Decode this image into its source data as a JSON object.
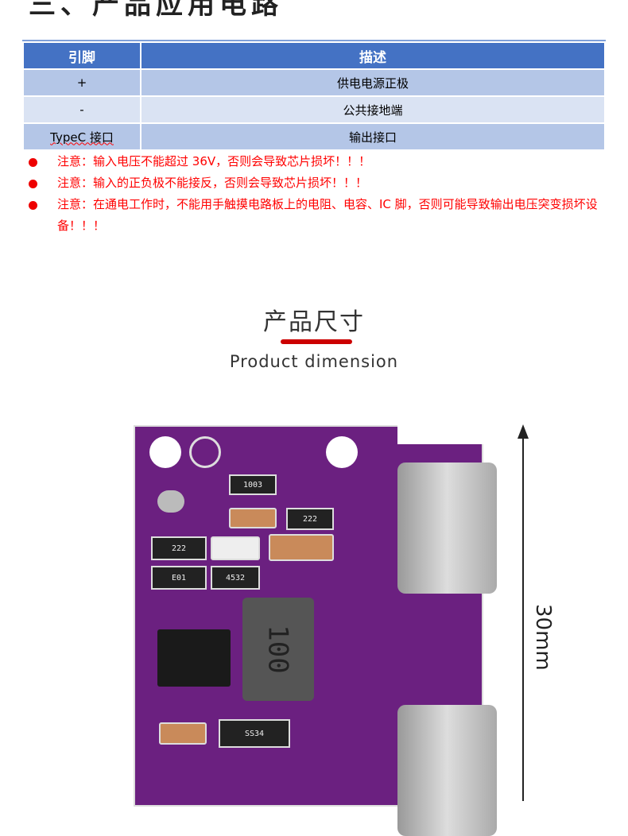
{
  "section_heading": "三、产品应用电路",
  "table": {
    "headers": [
      "引脚",
      "描述"
    ],
    "rows": [
      [
        "+",
        "供电电源正极"
      ],
      [
        "-",
        "公共接地端"
      ],
      [
        "TypeC 接口",
        "输出接口"
      ]
    ]
  },
  "notes": [
    "注意：输入电压不能超过 36V，否则会导致芯片损坏！！！",
    "注意：输入的正负极不能接反，否则会导致芯片损坏！！！",
    "注意：在通电工作时，不能用手触摸电路板上的电阻、电容、IC 脚，否则可能导致输出电压突变损坏设备！！！"
  ],
  "dimension_title_cn": "产品尺寸",
  "dimension_title_en": "Product dimension",
  "pcb_labels": {
    "r1": "1003",
    "r2": "222",
    "r3": "222",
    "r4": "E01",
    "r5": "4532",
    "inductor": "100",
    "diode": "SS34"
  },
  "dimension": "30mm",
  "colors": {
    "header": "#4472c4",
    "row_odd": "#b4c6e7",
    "row_even": "#dae3f3",
    "warning": "#ff0000",
    "accent_bar": "#cc0000",
    "pcb": "#6b2080"
  }
}
